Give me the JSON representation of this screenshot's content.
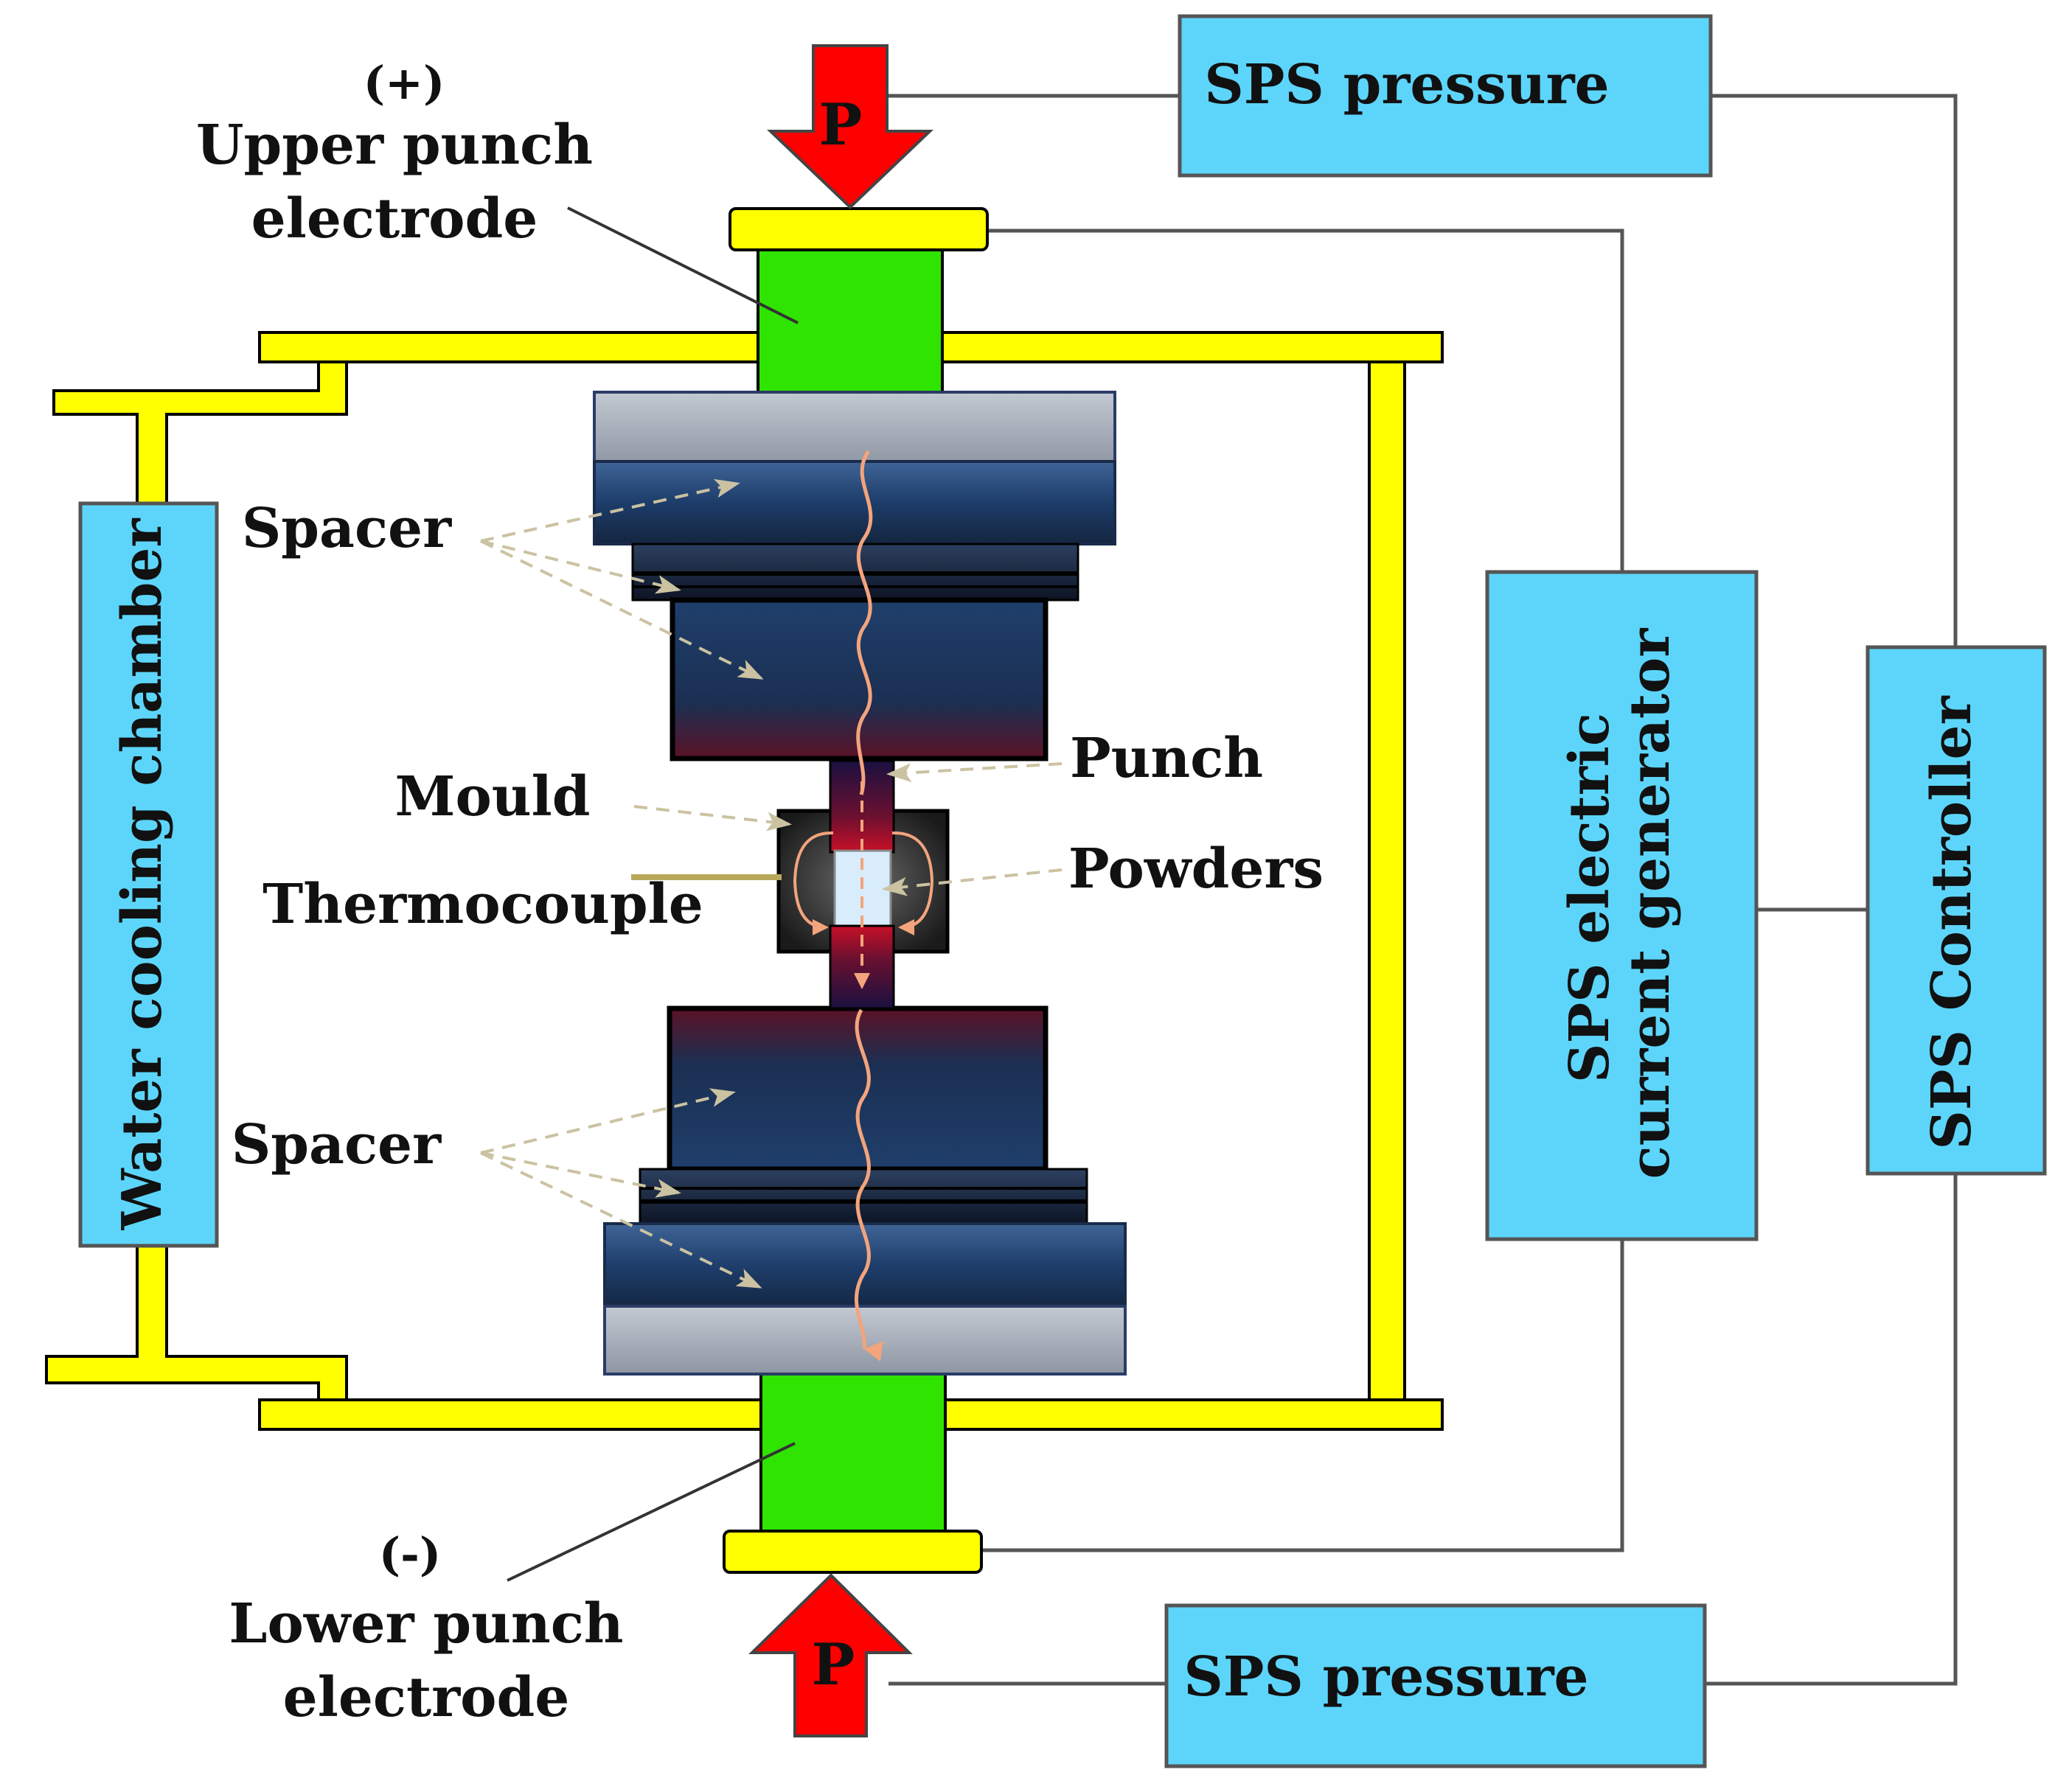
{
  "labels": {
    "plus": "(+)",
    "upper_punch_line1": "Upper punch",
    "upper_punch_line2": "electrode",
    "minus": "(-)",
    "lower_punch_line1": "Lower punch",
    "lower_punch_line2": "electrode",
    "spacer_upper": "Spacer",
    "spacer_lower": "Spacer",
    "mould": "Mould",
    "thermocouple": "Thermocouple",
    "punch": "Punch",
    "powders": "Powders",
    "pressure_symbol_top": "P",
    "pressure_symbol_bottom": "P"
  },
  "boxes": {
    "sps_pressure_top": "SPS pressure",
    "sps_pressure_bottom": "SPS pressure",
    "current_generator_line1": "SPS electric",
    "current_generator_line2": "current generator",
    "controller": "SPS Controller",
    "water_cooling": "Water cooling chamber"
  },
  "colors": {
    "box_fill": "#5dd5fa",
    "electrode_green": "#2fe400",
    "frame_yellow": "#ffff00",
    "pressure_arrow_red": "#ff0000",
    "spacer_blue": "#1e3f6a",
    "spacer_gray": "#a9b0bc",
    "hot_red": "#7a1020",
    "current_wave": "#f3a47c",
    "leader_dash": "#c8bfa0",
    "wire": "#555555"
  },
  "icons": [
    "pressure-arrow-down-icon",
    "pressure-arrow-up-icon",
    "current-wave-icon"
  ]
}
